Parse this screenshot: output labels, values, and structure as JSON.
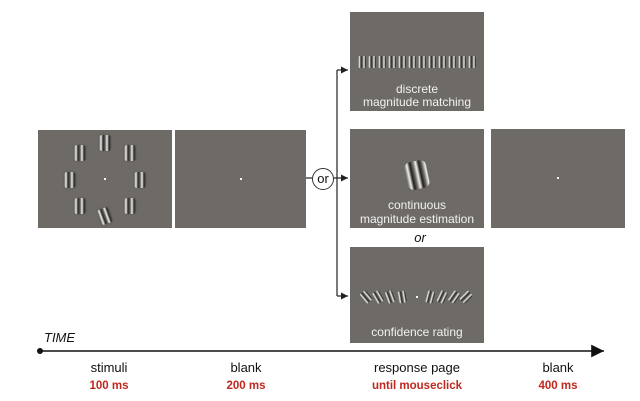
{
  "or_label": "or",
  "time_label": "TIME",
  "panels": {
    "discrete_label_1": "discrete",
    "discrete_label_2": "magnitude matching",
    "continuous_label_1": "continuous",
    "continuous_label_2": "magnitude estimation",
    "confidence_label": "confidence rating"
  },
  "timeline": [
    {
      "label": "stimuli",
      "duration": "100 ms"
    },
    {
      "label": "blank",
      "duration": "200 ms"
    },
    {
      "label": "response page",
      "duration": "until mouseclick"
    },
    {
      "label": "blank",
      "duration": "400 ms"
    }
  ],
  "colors": {
    "panel": "#6e6a66",
    "duration": "#c0281e"
  }
}
